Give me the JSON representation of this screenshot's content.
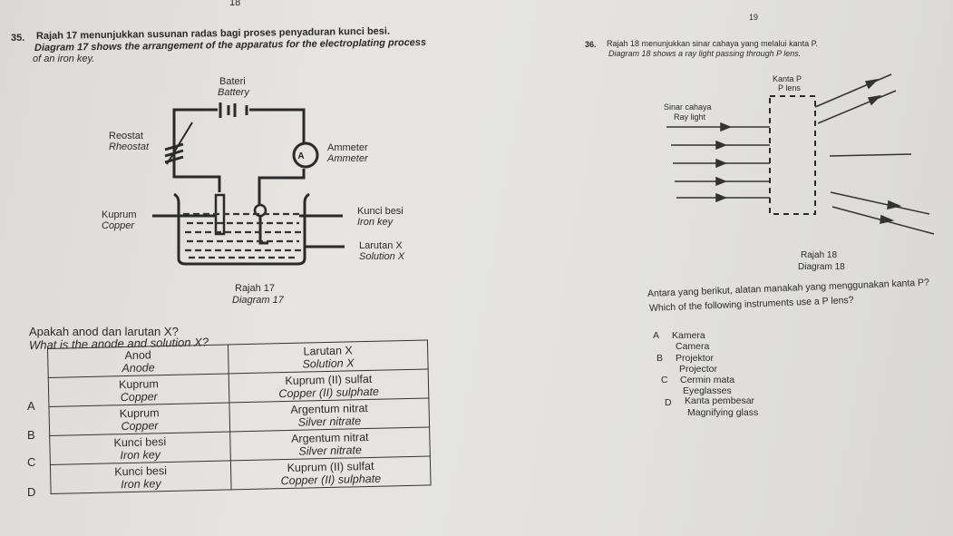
{
  "page_numbers": {
    "left": "18",
    "right": "19"
  },
  "q35": {
    "number": "35.",
    "text_ms": "Rajah 17 menunjukkan susunan radas bagi proses penyaduran kunci besi.",
    "text_en_1": "Diagram 17 shows the arrangement of the apparatus for the electroplating process",
    "text_en_2": "of an iron key.",
    "diagram": {
      "battery_ms": "Bateri",
      "battery_en": "Battery",
      "rheostat_ms": "Reostat",
      "rheostat_en": "Rheostat",
      "ammeter_ms": "Ammeter",
      "ammeter_en": "Ammeter",
      "ammeter_symbol": "A",
      "copper_ms": "Kuprum",
      "copper_en": "Copper",
      "key_ms": "Kunci besi",
      "key_en": "Iron key",
      "solution_ms": "Larutan X",
      "solution_en": "Solution X",
      "caption_ms": "Rajah 17",
      "caption_en": "Diagram 17"
    },
    "question_ms": "Apakah anod dan larutan X?",
    "question_en": "What is the anode and solution X?",
    "table": {
      "headers": [
        {
          "ms": "Anod",
          "en": "Anode"
        },
        {
          "ms": "Larutan X",
          "en": "Solution X"
        }
      ],
      "rows": [
        {
          "letter": "A",
          "anode_ms": "Kuprum",
          "anode_en": "Copper",
          "sol_ms": "Kuprum (II) sulfat",
          "sol_en": "Copper (II) sulphate"
        },
        {
          "letter": "B",
          "anode_ms": "Kuprum",
          "anode_en": "Copper",
          "sol_ms": "Argentum nitrat",
          "sol_en": "Silver nitrate"
        },
        {
          "letter": "C",
          "anode_ms": "Kunci besi",
          "anode_en": "Iron key",
          "sol_ms": "Argentum nitrat",
          "sol_en": "Silver nitrate"
        },
        {
          "letter": "D",
          "anode_ms": "Kunci besi",
          "anode_en": "Iron key",
          "sol_ms": "Kuprum (II) sulfat",
          "sol_en": "Copper (II) sulphate"
        }
      ]
    }
  },
  "q36": {
    "number": "36.",
    "text_ms": "Rajah 18 menunjukkan sinar cahaya yang melalui kanta P.",
    "text_en": "Diagram 18 shows a ray light passing through P lens.",
    "diagram": {
      "lens_ms": "Kanta P",
      "lens_en": "P lens",
      "ray_ms": "Sinar cahaya",
      "ray_en": "Ray light",
      "caption_ms": "Rajah 18",
      "caption_en": "Diagram 18"
    },
    "question_ms": "Antara yang berikut, alatan manakah yang menggunakan kanta P?",
    "question_en": "Which of the following instruments use a P lens?",
    "options": [
      {
        "letter": "A",
        "ms": "Kamera",
        "en": "Camera"
      },
      {
        "letter": "B",
        "ms": "Projektor",
        "en": "Projector"
      },
      {
        "letter": "C",
        "ms": "Cermin mata",
        "en": "Eyeglasses"
      },
      {
        "letter": "D",
        "ms": "Kanta pembesar",
        "en": "Magnifying glass"
      }
    ]
  }
}
